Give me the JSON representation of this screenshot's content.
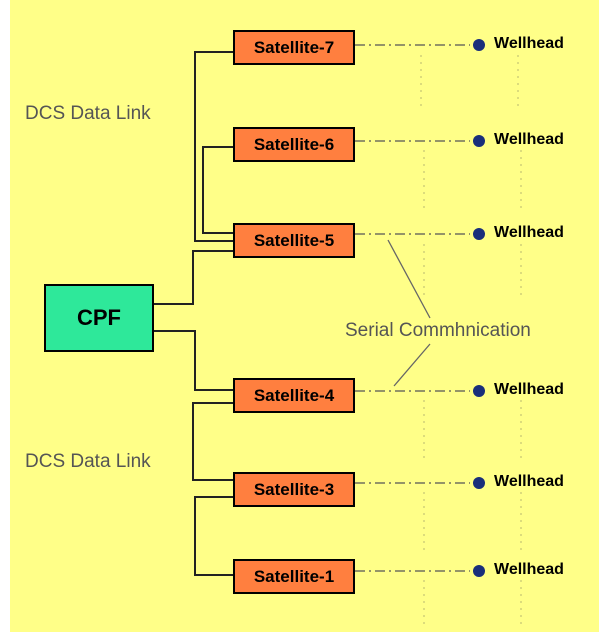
{
  "diagram": {
    "central_node": "CPF",
    "satellites": [
      {
        "label": "Satellite-7",
        "wellhead": "Wellhead"
      },
      {
        "label": "Satellite-6",
        "wellhead": "Wellhead"
      },
      {
        "label": "Satellite-5",
        "wellhead": "Wellhead"
      },
      {
        "label": "Satellite-4",
        "wellhead": "Wellhead"
      },
      {
        "label": "Satellite-3",
        "wellhead": "Wellhead"
      },
      {
        "label": "Satellite-1",
        "wellhead": "Wellhead"
      }
    ],
    "labels": {
      "dcs_top": "DCS Data Link",
      "dcs_bottom": "DCS Data Link",
      "serial": "Serial Commhnication"
    },
    "colors": {
      "background": "#ffff88",
      "satellite_fill": "#ff7f3f",
      "cpf_fill": "#2ee89a",
      "wellhead_dot": "#1a2f7a"
    }
  }
}
